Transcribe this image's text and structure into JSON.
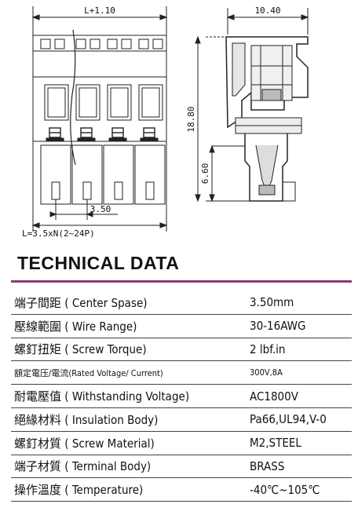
{
  "drawing": {
    "dim_length": "L+1.10",
    "dim_width": "10.40",
    "dim_height": "18.80",
    "dim_lower": "6.60",
    "dim_pitch": "3.50",
    "length_formula": "L=3.5xN(2~24P)"
  },
  "technical_data": {
    "title": "TECHNICAL DATA",
    "rows": [
      {
        "label": "端子間距 ( Center Spase)",
        "value": "3.50mm"
      },
      {
        "label": "壓線範圍 ( Wire Range)",
        "value": "30-16AWG"
      },
      {
        "label": "螺釘扭矩 ( Screw Torque)",
        "value": "2 lbf.in"
      },
      {
        "label": "額定電压/電流(Rated Voltage/ Current)",
        "value": "300V,8A"
      },
      {
        "label": "耐電壓值 ( Withstanding Voltage)",
        "value": "AC1800V"
      },
      {
        "label": "絕緣材料 ( Insulation Body)",
        "value": "Pa66,UL94,V-0"
      },
      {
        "label": "螺釘材質 ( Screw Material)",
        "value": "M2,STEEL"
      },
      {
        "label": "端子材質 ( Terminal Body)",
        "value": "BRASS"
      },
      {
        "label": "操作溫度 ( Temperature)",
        "value": "-40℃~105℃"
      }
    ]
  }
}
